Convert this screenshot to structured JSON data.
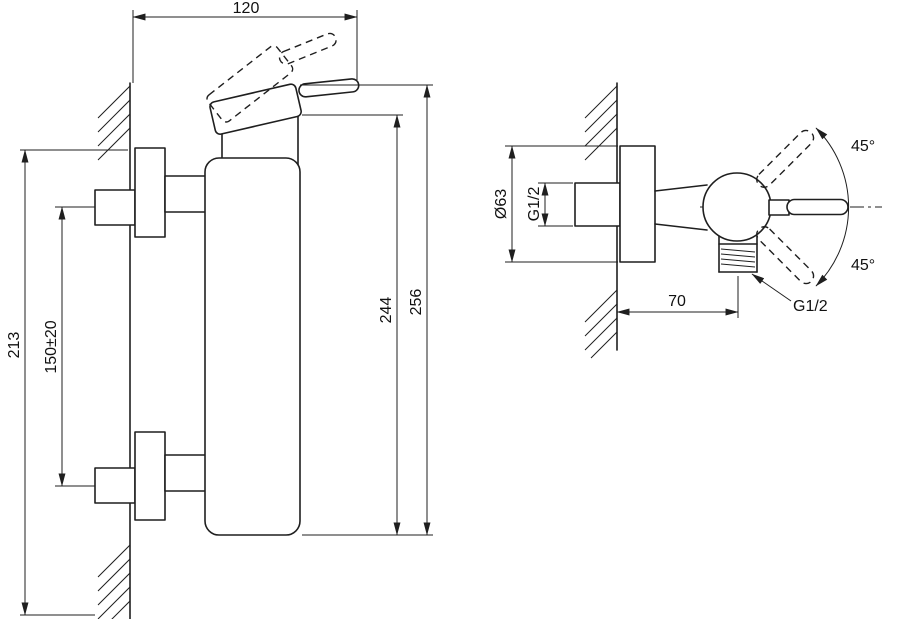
{
  "drawing": {
    "front_view": {
      "width_to_handle": "120",
      "height_overall": "213",
      "connection_spacing": "150±20",
      "body_height": "244",
      "total_height": "256"
    },
    "side_view": {
      "escutcheon_diameter": "Ø63",
      "connection_thread": "G1/2",
      "angle_up": "45°",
      "angle_down": "45°",
      "outlet_offset": "70",
      "outlet_thread": "G1/2"
    },
    "colors": {
      "line": "#1f1f1f",
      "background": "#ffffff"
    }
  }
}
